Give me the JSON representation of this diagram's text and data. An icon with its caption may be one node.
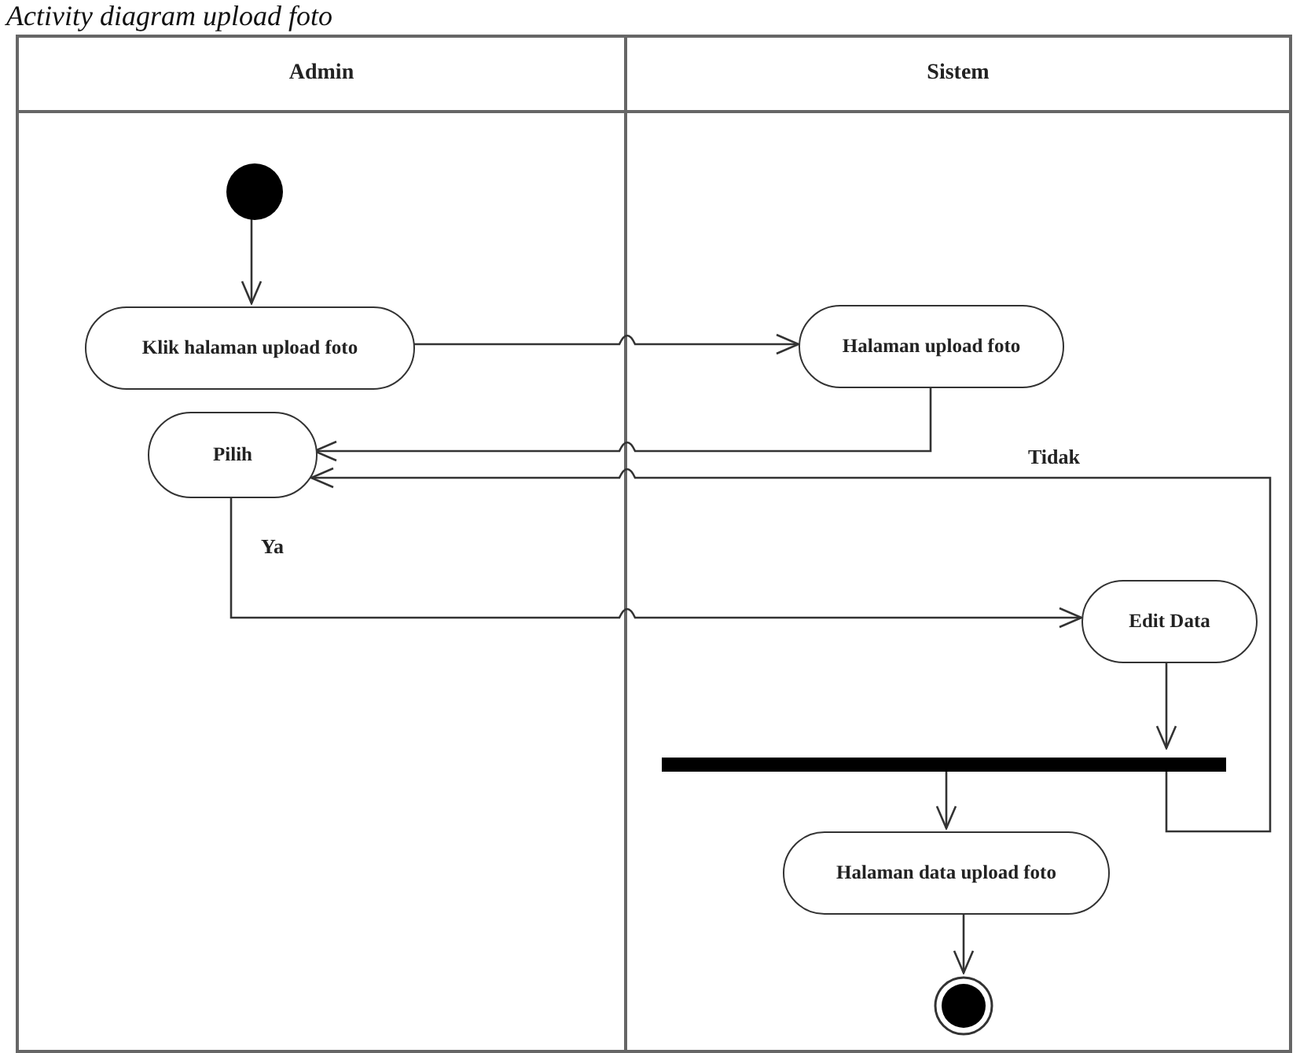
{
  "diagram": {
    "title": "Activity diagram upload foto",
    "nodes": [
      {
        "text": [
          "Admin"
        ]
      },
      {
        "text": [
          "Sistem"
        ]
      },
      {
        "text": [],
        "shape": "circle",
        "in": 0
      },
      {
        "text": [
          "Klik halaman upload foto"
        ],
        "in": 0
      },
      {
        "text": [
          "Halaman upload foto"
        ],
        "in": 1
      },
      {
        "text": [
          "Pilih"
        ],
        "in": 0
      },
      {
        "text": [
          "Edit Data"
        ],
        "in": 1
      },
      {
        "text": [],
        "shape": "bar",
        "in": 1
      },
      {
        "text": [
          "Halaman data upload foto"
        ],
        "in": 1
      },
      {
        "text": [],
        "shape": "bullseye",
        "in": 1
      }
    ],
    "edges": [
      {
        "from": 2,
        "to": 3,
        "arrow": "to"
      },
      {
        "from": 3,
        "to": 4,
        "arrow": "to"
      },
      {
        "from": 4,
        "to": 5,
        "arrow": "to"
      },
      {
        "from": 5,
        "to": 6,
        "arrow": "to",
        "label": "Ya"
      },
      {
        "from": 6,
        "to": 7,
        "arrow": "to"
      },
      {
        "from": 7,
        "to": 5,
        "arrow": "to",
        "label": "Tidak"
      },
      {
        "from": 7,
        "to": 8,
        "arrow": "to"
      },
      {
        "from": 8,
        "to": 9,
        "arrow": "to"
      }
    ]
  }
}
